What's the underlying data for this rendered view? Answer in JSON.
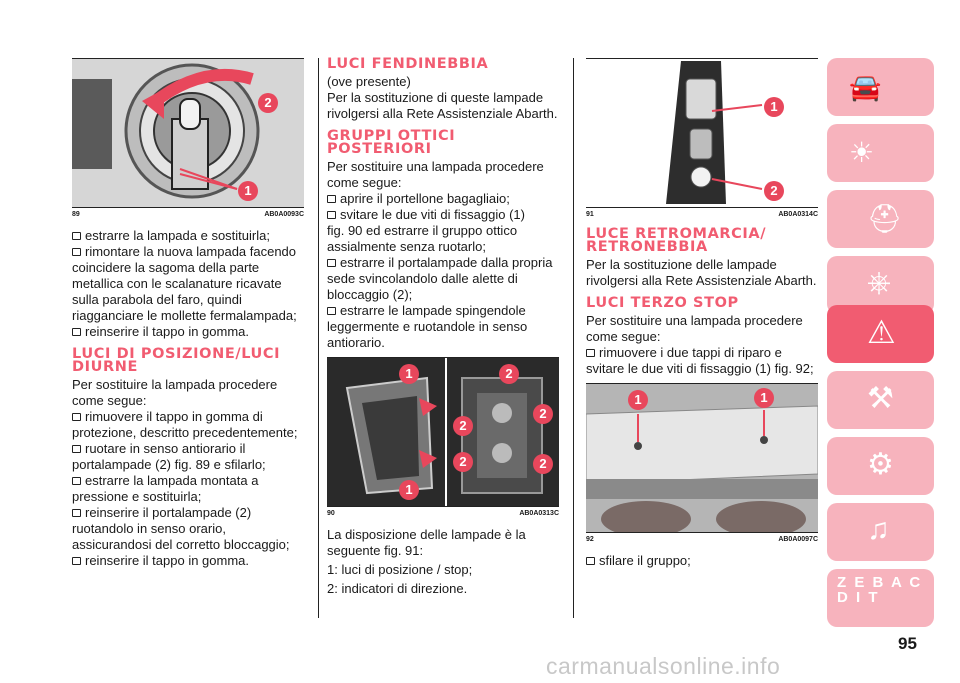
{
  "col1": {
    "fig": {
      "num": "89",
      "code": "AB0A0093C",
      "markers": [
        "2",
        "1"
      ]
    },
    "bullets1": [
      "estrarre la lampada e sostituirla;",
      "rimontare la nuova lampada facendo coincidere la sagoma della parte metallica con le scalanature ricavate sulla parabola del faro, quindi riagganciare le mollette fermalampada;",
      "reinserire il tappo in gomma."
    ],
    "heading": "LUCI DI POSIZIONE/LUCI DIURNE",
    "intro": "Per sostituire la lampada procedere come segue:",
    "bullets2": [
      "rimuovere il tappo in gomma di protezione, descritto precedentemente;",
      "ruotare in senso antiorario il portalampade (2) fig. 89 e sfilarlo;",
      "estrarre la lampada montata a pressione e sostituirla;",
      "reinserire il portalampade (2) ruotandolo in senso orario, assicurandosi del corretto bloccaggio;",
      "reinserire il tappo in gomma."
    ]
  },
  "col2": {
    "heading1": "LUCI FENDINEBBIA",
    "sub1": "(ove presente)",
    "para1": "Per la sostituzione di queste lampade rivolgersi alla Rete Assistenziale Abarth.",
    "heading2": "GRUPPI OTTICI POSTERIORI",
    "intro": "Per sostituire una lampada procedere come segue:",
    "b1": "aprire il portellone bagagliaio;",
    "b2": "svitare le due viti di fissaggio (1)",
    "cont": "fig. 90 ed estrarre il gruppo ottico assialmente senza ruotarlo;",
    "b3": "estrarre il portalampade dalla propria sede svincolandolo dalle alette di bloccaggio (2);",
    "b4": "estrarre le lampade spingendole leggermente e ruotandole in senso antiorario.",
    "fig": {
      "num": "90",
      "code": "AB0A0313C",
      "markers": [
        "1",
        "1",
        "2",
        "2",
        "2",
        "2",
        "2"
      ]
    },
    "para2": "La disposizione delle lampade è la seguente fig. 91:",
    "l1": "1: luci di posizione / stop;",
    "l2": "2: indicatori di direzione."
  },
  "col3": {
    "fig1": {
      "num": "91",
      "code": "AB0A0314C",
      "markers": [
        "1",
        "2"
      ]
    },
    "heading1": "LUCE RETROMARCIA/ RETRONEBBIA",
    "para1": "Per la sostituzione delle lampade rivolgersi alla Rete Assistenziale Abarth.",
    "heading2": "LUCI TERZO STOP",
    "intro": "Per sostituire una lampada procedere come segue:",
    "b1": "rimuovere i due tappi di riparo e svitare le due viti di fissaggio (1) fig. 92;",
    "fig2": {
      "num": "92",
      "code": "AB0A0097C",
      "markers": [
        "1",
        "1"
      ]
    },
    "b2": "sfilare il gruppo;"
  },
  "sidebar": {
    "tabs": [
      {
        "icon": "car-info-icon"
      },
      {
        "icon": "warning-lights-icon"
      },
      {
        "icon": "airbag-seat-icon"
      },
      {
        "icon": "steering-key-icon"
      },
      {
        "icon": "emergency-triangle-icon",
        "active": true
      },
      {
        "icon": "service-tools-icon"
      },
      {
        "icon": "specs-gears-icon"
      },
      {
        "icon": "multimedia-icon"
      },
      {
        "icon": "index-letters-icon",
        "letters": "Z E B A C D I T"
      }
    ]
  },
  "page_number": "95",
  "watermark": "carmanualsonline.info"
}
